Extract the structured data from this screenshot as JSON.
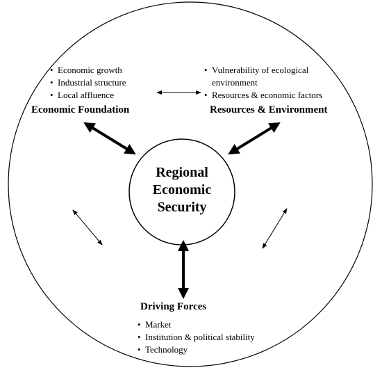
{
  "center": {
    "lines": [
      "Regional",
      "Economic",
      "Security"
    ]
  },
  "economic_foundation": {
    "heading": "Economic Foundation",
    "items": [
      "Economic growth",
      "Industrial structure",
      "Local affluence"
    ]
  },
  "resources_environment": {
    "heading": "Resources & Environment",
    "items": [
      "Vulnerability of ecological",
      "environment",
      "Resources & economic factors"
    ]
  },
  "driving_forces": {
    "heading": "Driving Forces",
    "items": [
      "Market",
      "Institution & political stability",
      "Technology"
    ]
  }
}
